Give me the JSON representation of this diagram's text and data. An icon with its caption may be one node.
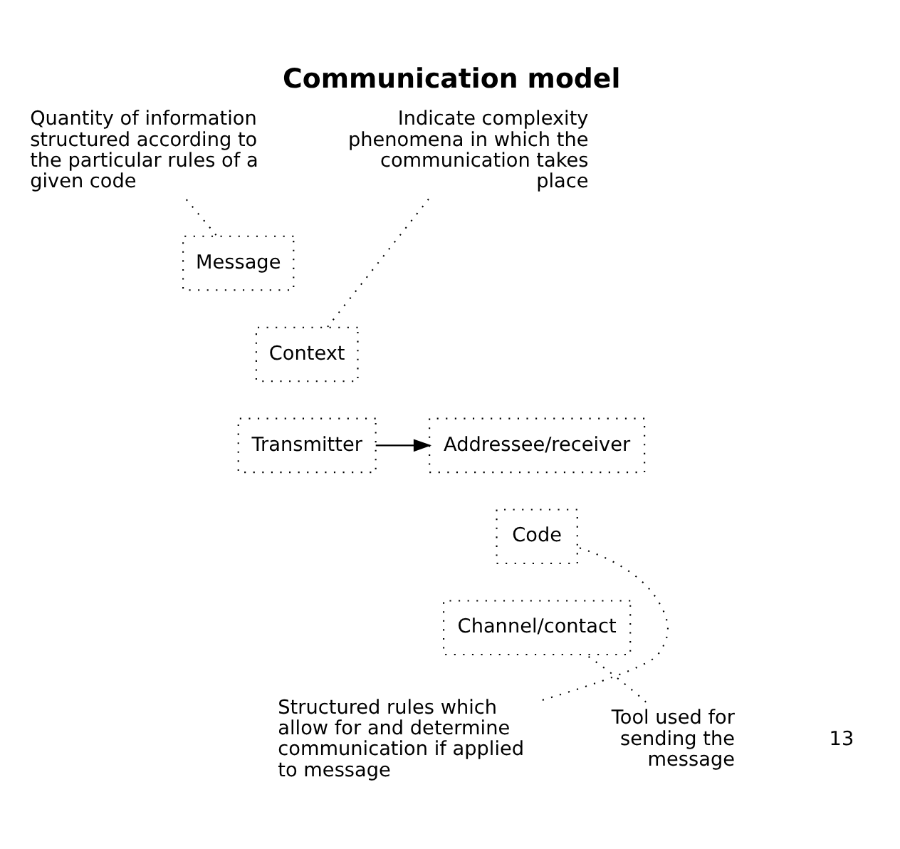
{
  "diagram": {
    "title": "Communication model",
    "nodes": [
      {
        "text": [
          "Quantity of information structured according to the particular rules of a given code"
        ]
      },
      {
        "text": [
          "Indicate complexity phenomena in which the communication takes place"
        ]
      },
      {
        "text": [
          "Message"
        ]
      },
      {
        "text": [
          "Context"
        ]
      },
      {
        "text": [
          "Transmitter"
        ]
      },
      {
        "text": [
          "Addressee/receiver"
        ]
      },
      {
        "text": [
          "Code"
        ]
      },
      {
        "text": [
          "Channel/contact"
        ]
      },
      {
        "text": [
          "Structured rules which allow for and determine communication if applied to message"
        ]
      },
      {
        "text": [
          "Tool used for sending the message"
        ]
      }
    ],
    "edges": [
      {
        "from": 0,
        "to": 2,
        "arrow": "none",
        "style": "dashed"
      },
      {
        "from": 1,
        "to": 3,
        "arrow": "none",
        "style": "dashed"
      },
      {
        "from": 4,
        "to": 5,
        "arrow": "to"
      },
      {
        "from": 8,
        "to": 6,
        "arrow": "none",
        "style": "dashed"
      },
      {
        "from": 9,
        "to": 7,
        "arrow": "none",
        "style": "dashed"
      }
    ],
    "labels": [
      "13"
    ]
  }
}
